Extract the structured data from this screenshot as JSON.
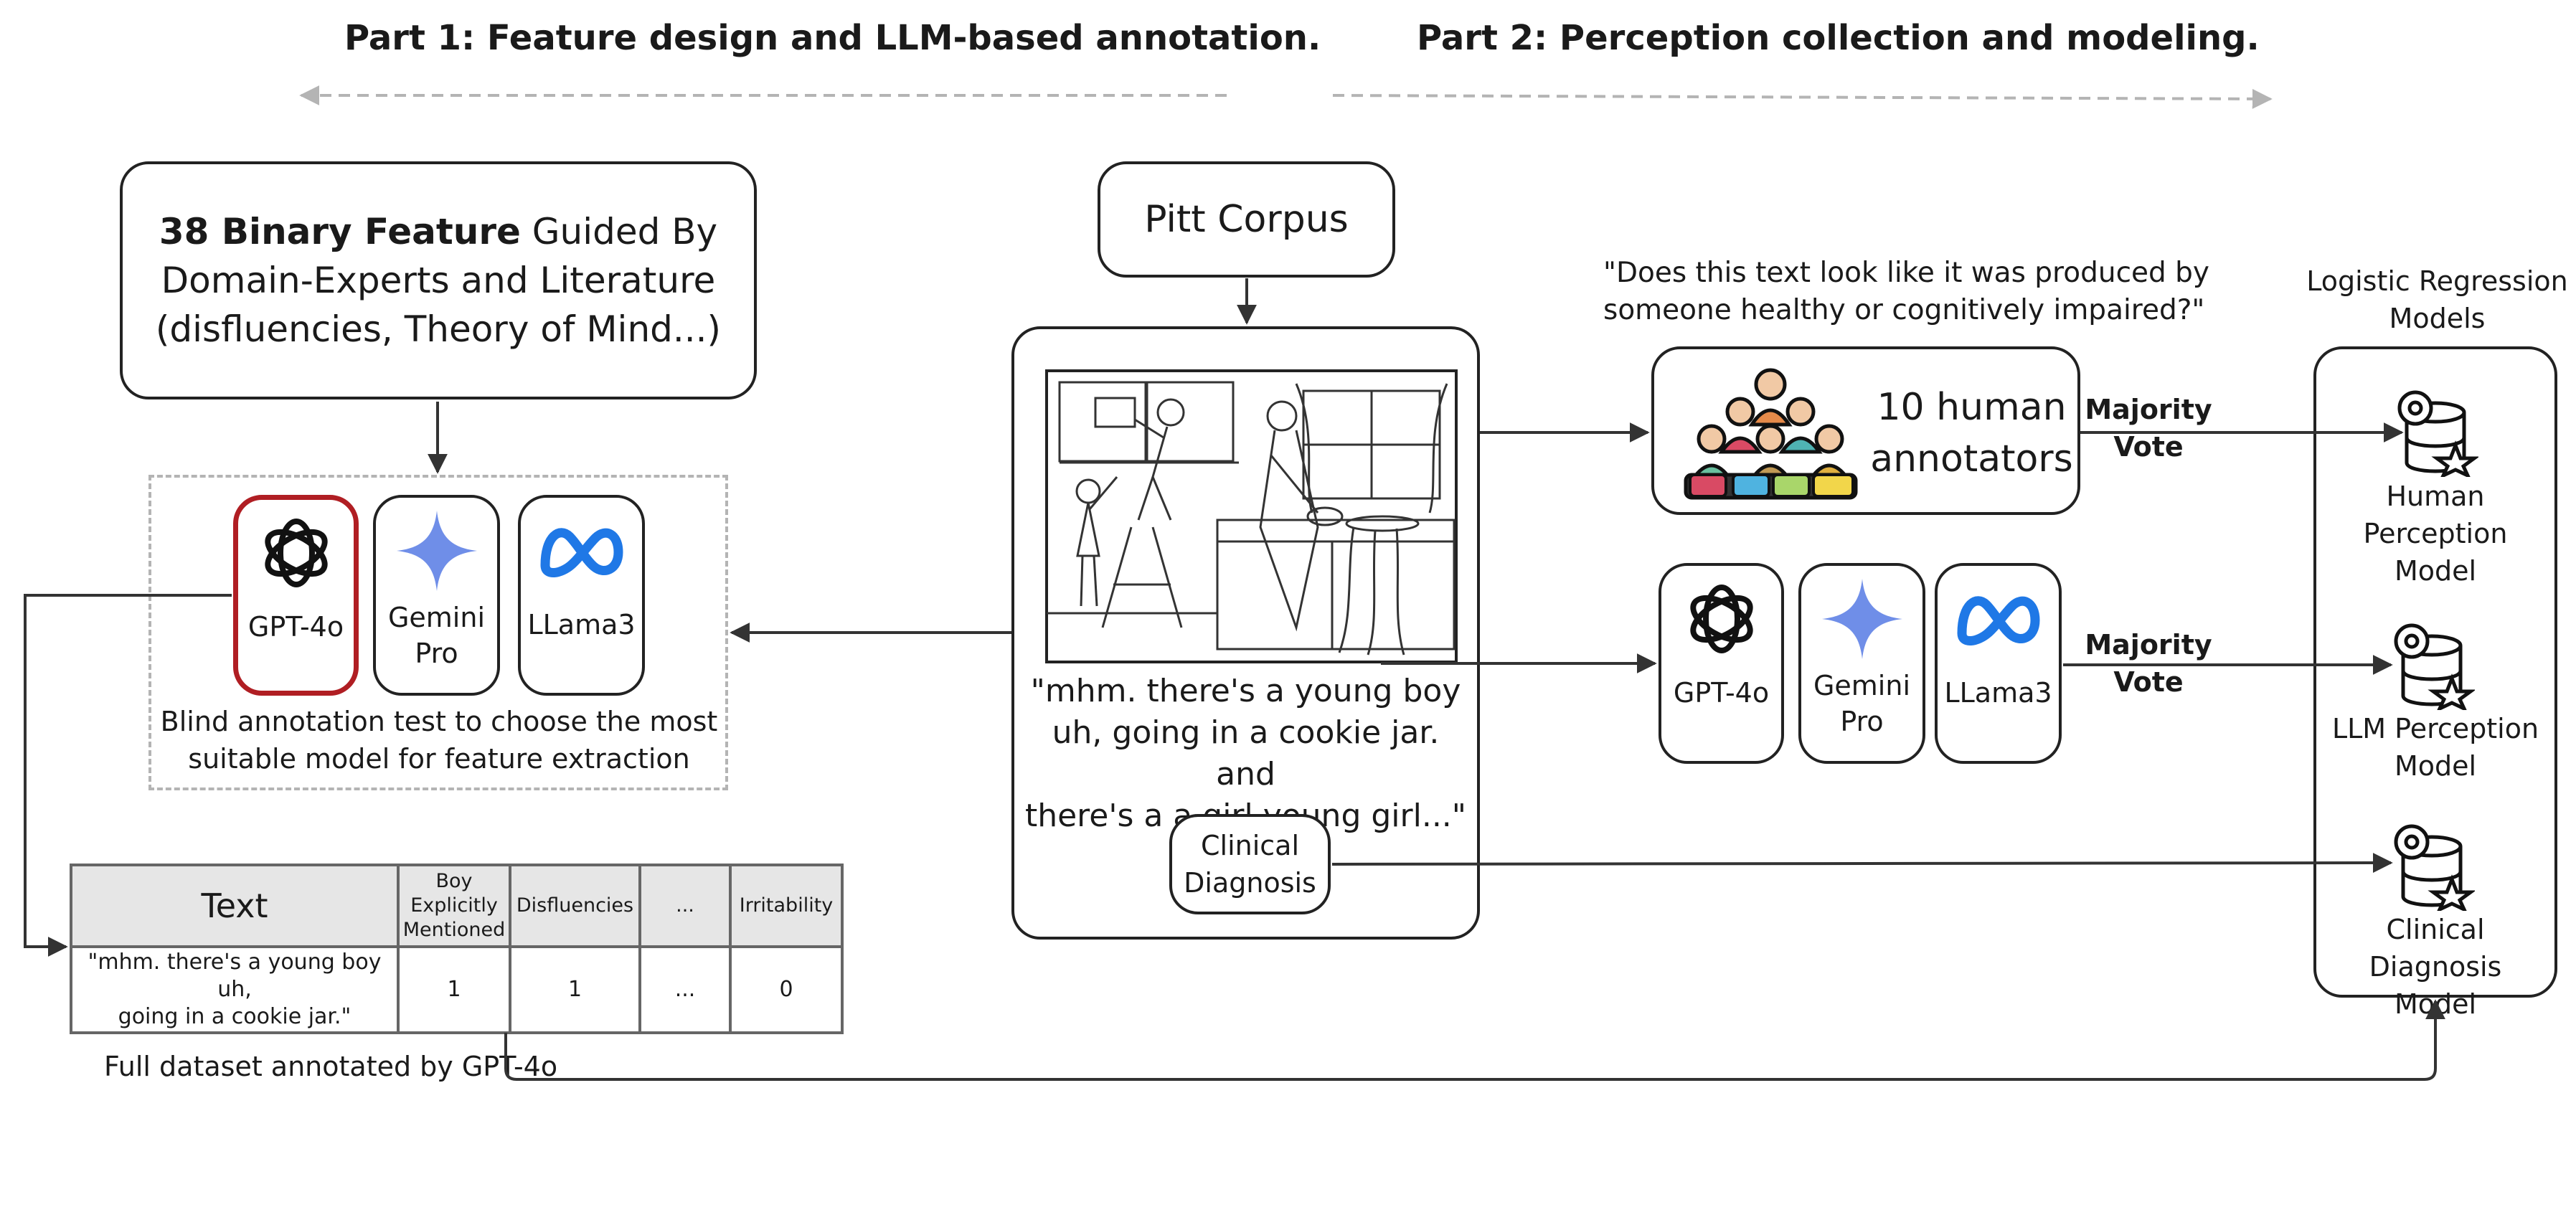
{
  "parts": {
    "part1_title": "Part 1: Feature design and LLM-based annotation.",
    "part2_title": "Part 2: Perception collection and modeling."
  },
  "features_box": {
    "line1_bold": "38 Binary Feature",
    "line1_rest": " Guided By",
    "line2": "Domain-Experts and Literature",
    "line3": "(disfluencies, Theory of Mind...)"
  },
  "models_left": [
    {
      "name": "GPT-4o",
      "sub": "",
      "icon": "openai-logo-icon"
    },
    {
      "name": "Gemini",
      "sub": "Pro",
      "icon": "gemini-star-icon"
    },
    {
      "name": "LLama3",
      "sub": "",
      "icon": "meta-logo-icon"
    }
  ],
  "blind_test": {
    "line1": "Blind annotation test to choose the most",
    "line2": "suitable model for feature extraction"
  },
  "table": {
    "headers": [
      "Text",
      "Boy Explicitly Mentioned",
      "Disfluencies",
      "...",
      "Irritability"
    ],
    "header_lines": {
      "boy": [
        "Boy",
        "Explicitly",
        "Mentioned"
      ]
    },
    "row": {
      "text_line1": "\"mhm. there's a young boy uh,",
      "text_line2": "going in a cookie jar.\"",
      "values": [
        "1",
        "1",
        "...",
        "0"
      ]
    },
    "caption": "Full dataset annotated by GPT-4o"
  },
  "pitt_corpus": {
    "title": "Pitt Corpus",
    "quote_line1": "\"mhm. there's a young boy",
    "quote_line2": "uh, going in a cookie jar. and",
    "quote_line3": "there's a a girl young girl...\"",
    "diagnosis_line1": "Clinical",
    "diagnosis_line2": "Diagnosis",
    "picture_icon": "cookie-theft-picture"
  },
  "question": {
    "line1": "\"Does this text look like it was produced by",
    "line2": "someone healthy or cognitively impaired?\""
  },
  "human_annotators": {
    "line1": "10 human",
    "line2": "annotators",
    "icon": "crowd-icon"
  },
  "models_right": [
    {
      "name": "GPT-4o",
      "sub": "",
      "icon": "openai-logo-icon"
    },
    {
      "name": "Gemini",
      "sub": "Pro",
      "icon": "gemini-star-icon"
    },
    {
      "name": "LLama3",
      "sub": "",
      "icon": "meta-logo-icon"
    }
  ],
  "votes": {
    "top_line1": "Majority",
    "top_line2": "Vote",
    "bottom_line1": "Majority",
    "bottom_line2": "Vote"
  },
  "regression": {
    "title_line1": "Logistic Regression",
    "title_line2": "Models",
    "models": [
      {
        "line1": "Human Perception",
        "line2": "Model"
      },
      {
        "line1": "LLM Perception",
        "line2": "Model"
      },
      {
        "line1": "Clinical Diagnosis",
        "line2": "Model"
      }
    ],
    "icon": "database-gear-icon"
  },
  "colors": {
    "selected_border": "#b01e23",
    "gemini": "#6f8ee8",
    "meta": "#1f78e6",
    "dashed": "#b4b4b4",
    "table_header_bg": "#e6e6e6"
  }
}
